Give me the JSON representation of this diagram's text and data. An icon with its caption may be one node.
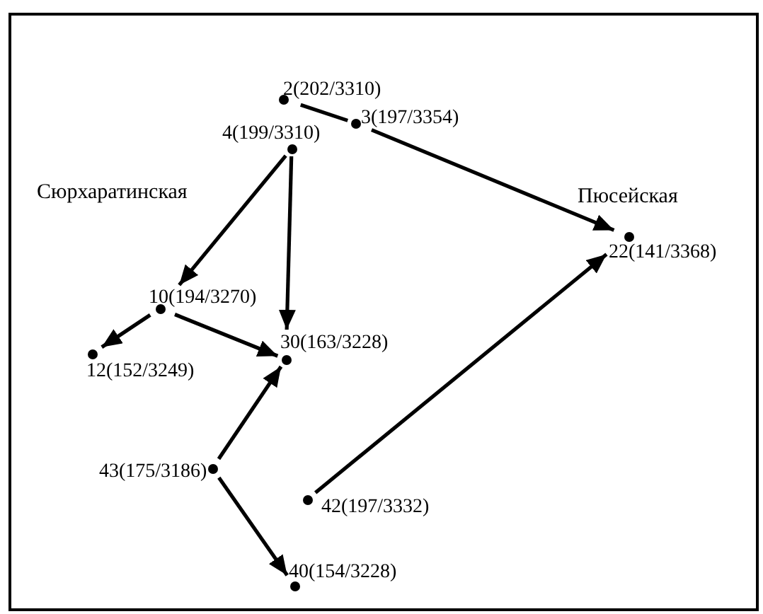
{
  "diagram": {
    "nodes": [
      {
        "text": [
          "2(202/3310)"
        ]
      },
      {
        "text": [
          "3(197/3354)"
        ]
      },
      {
        "text": [
          "4(199/3310)"
        ]
      },
      {
        "text": [
          "10(194/3270)"
        ]
      },
      {
        "text": [
          "12(152/3249)"
        ]
      },
      {
        "text": [
          "30(163/3228)"
        ]
      },
      {
        "text": [
          "22(141/3368)"
        ]
      },
      {
        "text": [
          "43(175/3186)"
        ]
      },
      {
        "text": [
          "42(197/3332)"
        ]
      },
      {
        "text": [
          "40(154/3228)"
        ]
      }
    ],
    "edges": [
      {
        "from": 0,
        "to": 1,
        "arrow": "none"
      },
      {
        "from": 1,
        "to": 6,
        "arrow": "to"
      },
      {
        "from": 2,
        "to": 3,
        "arrow": "to"
      },
      {
        "from": 2,
        "to": 5,
        "arrow": "to"
      },
      {
        "from": 3,
        "to": 4,
        "arrow": "to"
      },
      {
        "from": 3,
        "to": 5,
        "arrow": "to"
      },
      {
        "from": 7,
        "to": 5,
        "arrow": "to"
      },
      {
        "from": 7,
        "to": 9,
        "arrow": "to"
      },
      {
        "from": 8,
        "to": 6,
        "arrow": "to"
      }
    ],
    "labels": [
      "Сюрхаратинская",
      "Пюсейская"
    ]
  }
}
